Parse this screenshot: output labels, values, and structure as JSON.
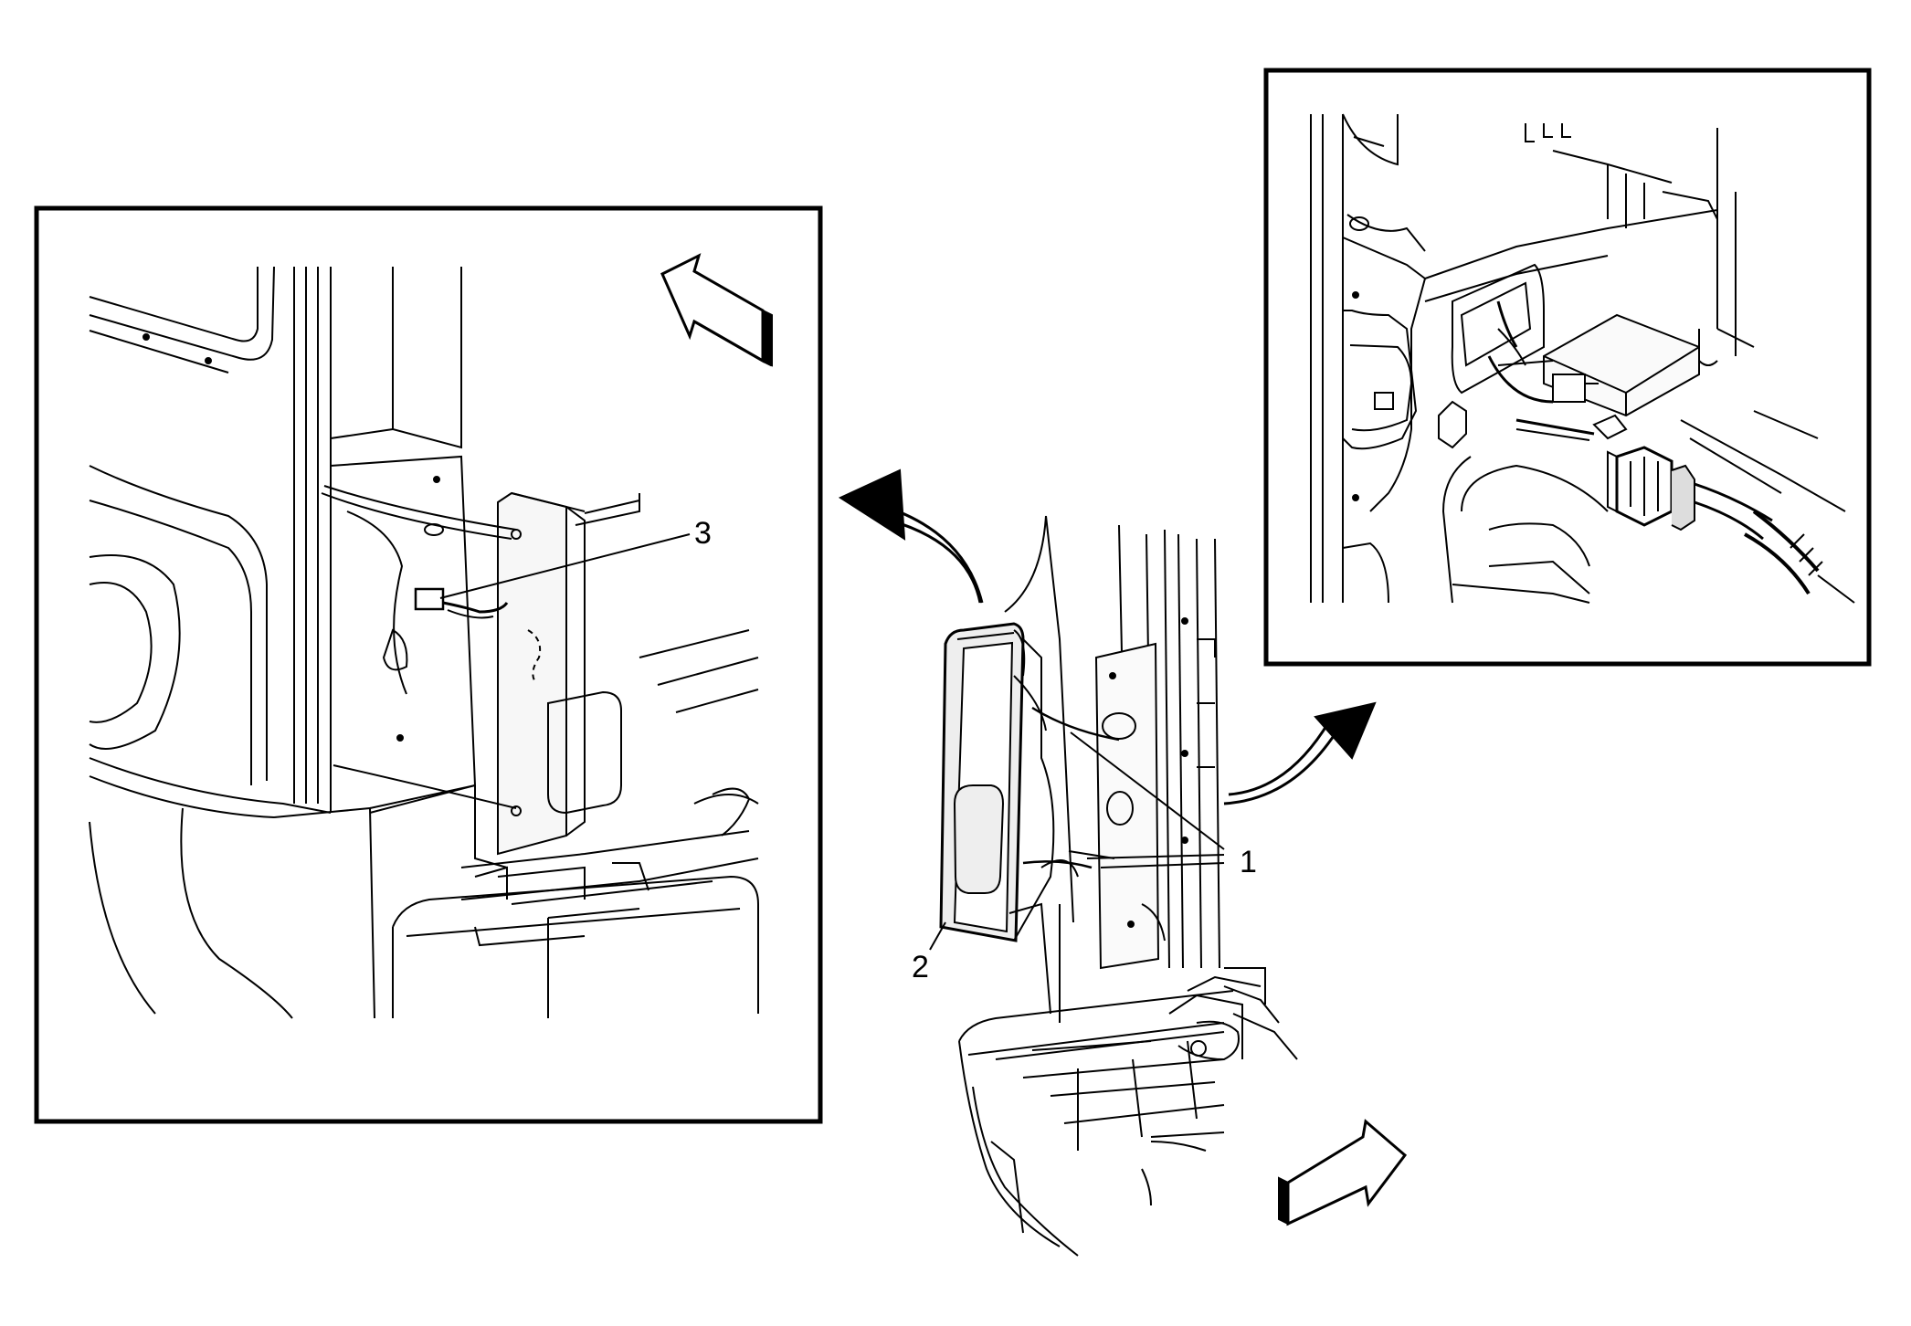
{
  "diagram": {
    "callouts": [
      {
        "id": "1",
        "label": "1"
      },
      {
        "id": "2",
        "label": "2"
      },
      {
        "id": "3",
        "label": "3"
      }
    ],
    "views": [
      "left-detail-view",
      "right-detail-view",
      "center-overview"
    ],
    "icons": [
      "direction-arrow-icon",
      "curved-arrow-icon"
    ],
    "colors": {
      "line": "#000000",
      "background": "#ffffff",
      "fill_shade": "#f2f2f2"
    }
  }
}
